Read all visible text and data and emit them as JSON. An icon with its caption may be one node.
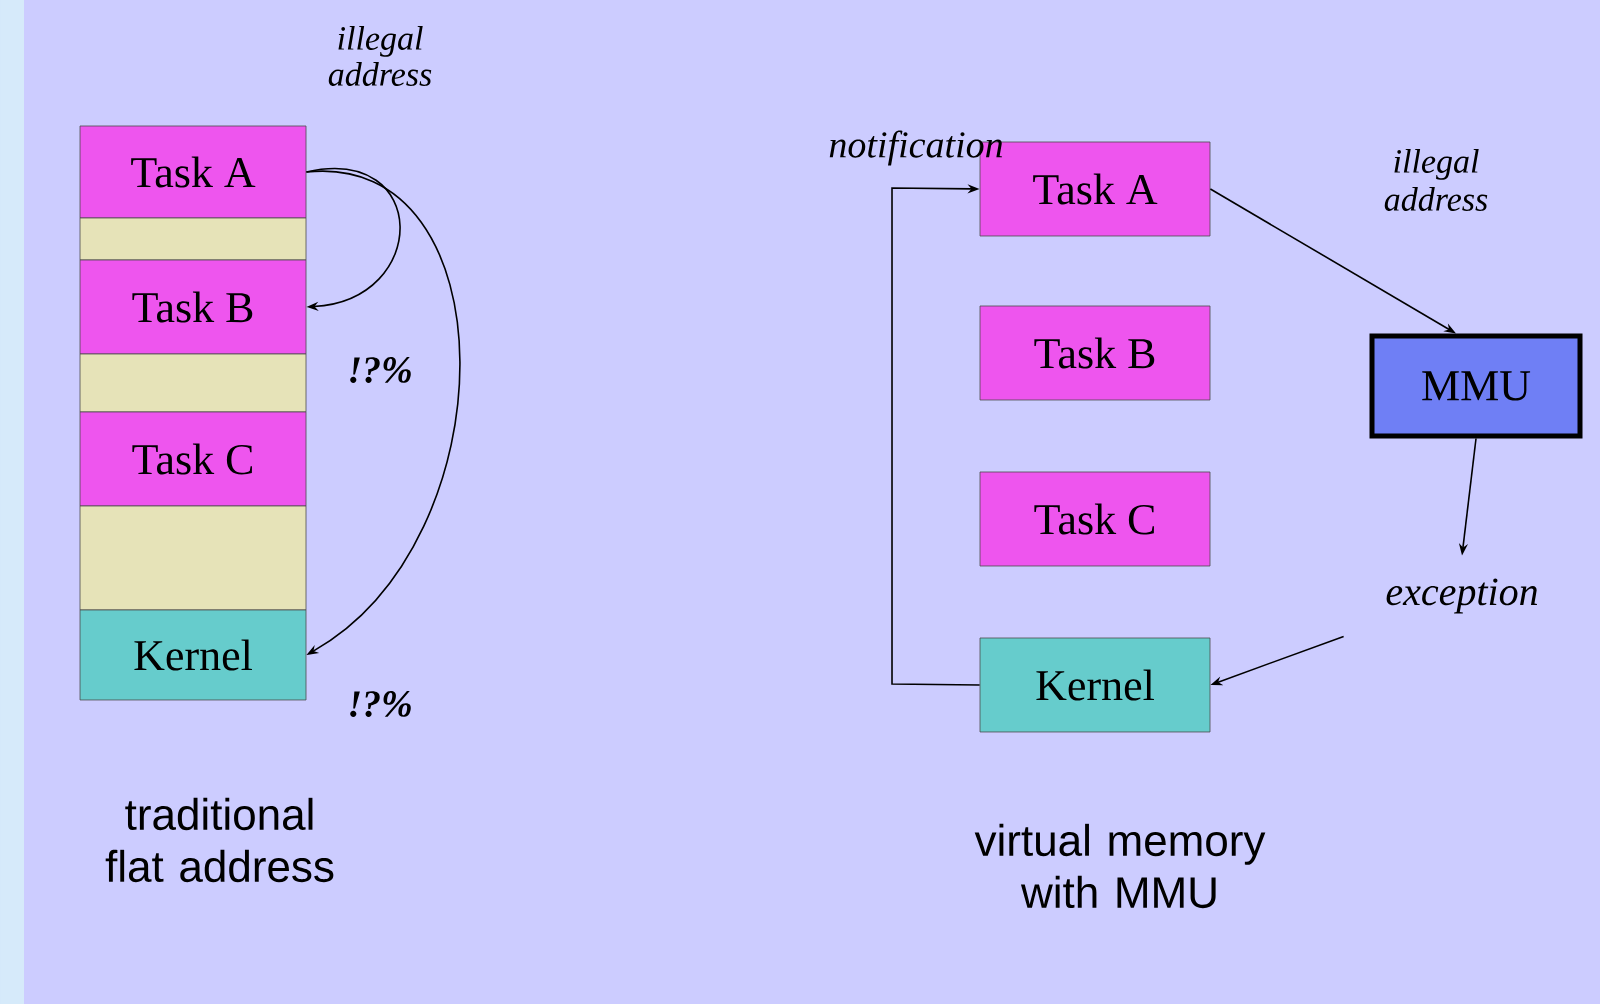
{
  "diagram": {
    "nodes": [
      {
        "text": [
          "Task A"
        ]
      },
      {
        "text": [],
        "shape": "box"
      },
      {
        "text": [
          "Task B"
        ]
      },
      {
        "text": [],
        "shape": "box"
      },
      {
        "text": [
          "Task C"
        ]
      },
      {
        "text": [],
        "shape": "box"
      },
      {
        "text": [
          "Kernel"
        ]
      },
      {
        "text": [
          "Task A"
        ]
      },
      {
        "text": [
          "Task B"
        ]
      },
      {
        "text": [
          "Task C"
        ]
      },
      {
        "text": [
          "MMU"
        ]
      },
      {
        "text": [
          "exception"
        ]
      },
      {
        "text": [
          "Kernel"
        ]
      }
    ],
    "edges": [
      {
        "from": 0,
        "to": 2,
        "arrow": "to",
        "label": "!?%"
      },
      {
        "from": 0,
        "to": 6,
        "arrow": "to",
        "label": "!?%"
      },
      {
        "from": 7,
        "to": 10,
        "arrow": "to",
        "label": "illegal address"
      },
      {
        "from": 10,
        "to": 11,
        "arrow": "to"
      },
      {
        "from": 11,
        "to": 12,
        "arrow": "to"
      },
      {
        "from": 12,
        "to": 7,
        "arrow": "to",
        "label": "notification"
      }
    ],
    "labels": [
      "illegal address",
      "traditional flat address",
      "virtual memory with MMU"
    ]
  }
}
